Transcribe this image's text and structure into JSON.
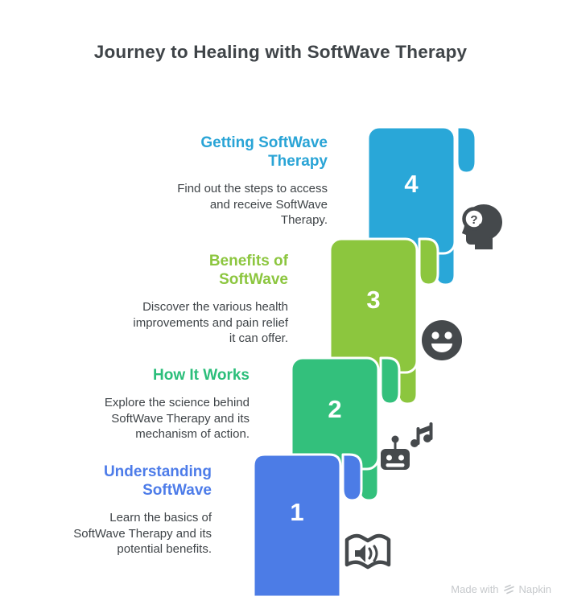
{
  "title": "Journey to Healing with SoftWave Therapy",
  "icon_color": "#45494c",
  "watermark": {
    "prefix": "Made with",
    "brand": "Napkin",
    "color": "#c6c9cc"
  },
  "steps": [
    {
      "number": "1",
      "heading": "Understanding SoftWave",
      "body": "Learn the basics of SoftWave Therapy and its potential benefits.",
      "color": "#4c7ce6",
      "heading_color": "#4d7ce9",
      "icon": "audiobook-icon"
    },
    {
      "number": "2",
      "heading": "How It Works",
      "body": "Explore the science behind SoftWave Therapy and its mechanism of action.",
      "color": "#33c07c",
      "heading_color": "#2bbe7a",
      "icon": "robot-music-icon"
    },
    {
      "number": "3",
      "heading": "Benefits of SoftWave",
      "body": "Discover the various health improvements and pain relief it can offer.",
      "color": "#8cc63e",
      "heading_color": "#8cc63f",
      "icon": "smiley-face-icon"
    },
    {
      "number": "4",
      "heading": "Getting SoftWave Therapy",
      "body": "Find out the steps to access and receive SoftWave Therapy.",
      "color": "#29a7d8",
      "heading_color": "#29a4d6",
      "icon": "head-question-search-icon"
    }
  ]
}
